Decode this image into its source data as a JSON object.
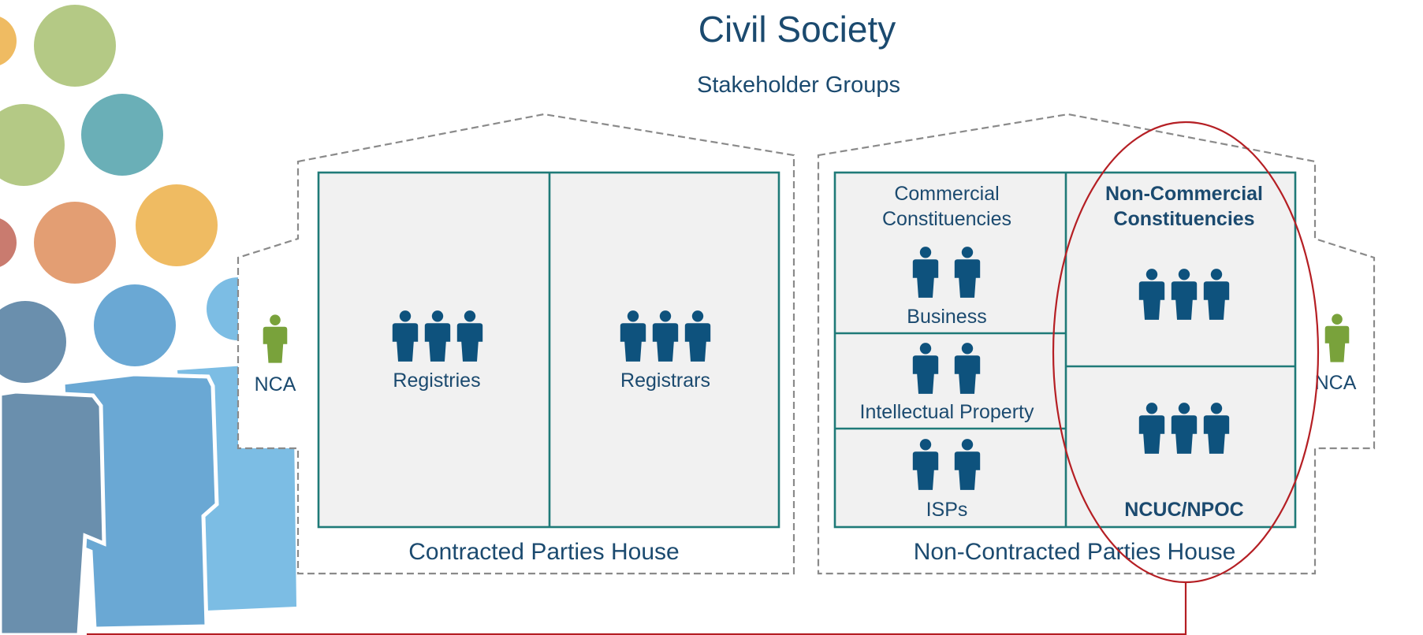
{
  "title": "Civil Society",
  "subtitle": "Stakeholder Groups",
  "contracted_house": {
    "label": "Contracted Parties House",
    "groups": [
      "Registries",
      "Registrars"
    ]
  },
  "non_contracted_house": {
    "label": "Non-Contracted Parties House",
    "commercial": {
      "heading_line1": "Commercial",
      "heading_line2": "Constituencies",
      "constituencies": [
        "Business",
        "Intellectual Property",
        "ISPs"
      ]
    },
    "non_commercial": {
      "heading_line1": "Non-Commercial",
      "heading_line2": "Constituencies",
      "constituency": "NCUC/NPOC"
    }
  },
  "nca_left": "NCA",
  "nca_right": "NCA",
  "colors": {
    "title_text": "#1b4a6f",
    "person_icon": "#0e527d",
    "nca_icon": "#79a23b",
    "box_border": "#1f7a78",
    "highlight_ellipse": "#b51f24"
  },
  "icons": [
    "person-icon",
    "nca-person-icon",
    "decorative-circle",
    "crowd-silhouette"
  ]
}
